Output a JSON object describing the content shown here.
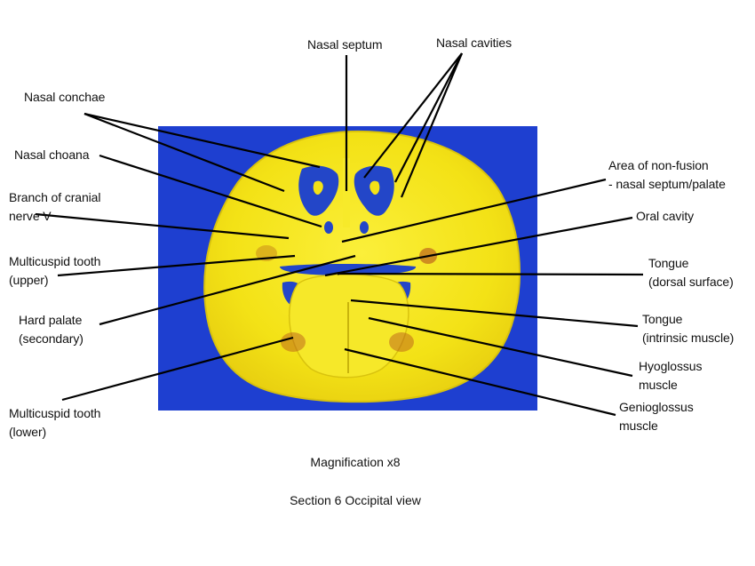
{
  "colors": {
    "background": "#1e3fd0",
    "tissue": "#f2e30a",
    "cavity": "#2346c8",
    "leader_line": "#000000",
    "text": "#111111"
  },
  "labels": {
    "nasal_septum": [
      "Nasal septum"
    ],
    "nasal_cavities": [
      "Nasal cavities"
    ],
    "nasal_conchae": [
      "Nasal conchae"
    ],
    "nasal_choana": [
      "Nasal choana"
    ],
    "cranial_nerve": [
      "Branch of cranial",
      "nerve V"
    ],
    "tooth_upper": [
      "Multicuspid tooth",
      "(upper)"
    ],
    "hard_palate": [
      "Hard palate",
      "(secondary)"
    ],
    "tooth_lower": [
      "Multicuspid tooth",
      "(lower)"
    ],
    "non_fusion": [
      "Area of non-fusion",
      "- nasal septum/palate"
    ],
    "oral_cavity": [
      "Oral cavity"
    ],
    "tongue_dorsal": [
      "Tongue",
      "(dorsal surface)"
    ],
    "tongue_intrinsic": [
      "Tongue",
      "(intrinsic muscle)"
    ],
    "hyoglossus": [
      "Hyoglossus",
      "muscle"
    ],
    "genioglossus": [
      "Genioglossus",
      "muscle"
    ]
  },
  "captions": {
    "magnification": "Magnification x8",
    "section": "Section 6 Occipital view"
  }
}
